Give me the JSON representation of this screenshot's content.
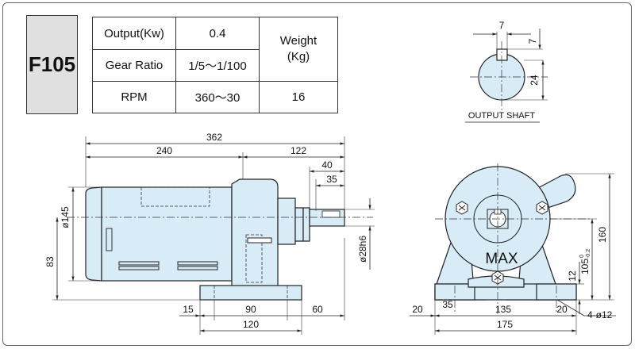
{
  "model": "F105",
  "specs": {
    "output_label": "Output(Kw)",
    "output_value": "0.4",
    "gear_label": "Gear Ratio",
    "gear_value": "1/5～1/100",
    "rpm_label": "RPM",
    "rpm_value": "360～30",
    "weight_label": "Weight\n(Kg)",
    "weight_value": "16"
  },
  "shaft": {
    "title": "OUTPUT SHAFT",
    "key_width": "7",
    "key_depth": "7",
    "height": "24"
  },
  "side_view": {
    "overall_length": "362",
    "motor_length": "240",
    "gear_length": "122",
    "shaft_40": "40",
    "shaft_35": "35",
    "motor_dia": "ø145",
    "shaft_dia": "ø28h6",
    "shaft_height": "83",
    "base_15": "15",
    "base_90": "90",
    "base_60": "60",
    "base_120": "120"
  },
  "front_view": {
    "label": "MAX",
    "height_160": "160",
    "center_height": "105",
    "center_tol_upper": "0",
    "center_tol_lower": "-0.2",
    "foot_12": "12",
    "left_20": "20",
    "foot_35": "35",
    "span_135": "135",
    "right_20": "20",
    "holes": "4-ø12",
    "width_175": "175"
  },
  "colors": {
    "body_fill": "#d8ecf7",
    "model_box": "#e0e0e0"
  }
}
